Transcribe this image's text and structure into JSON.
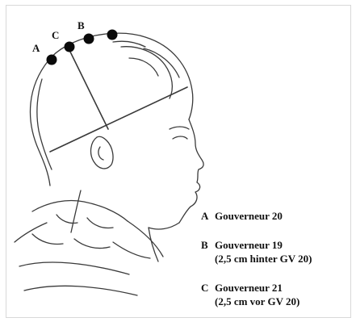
{
  "points": [
    {
      "letter": "A",
      "name": "Gouverneur 20",
      "note": ""
    },
    {
      "letter": "B",
      "name": "Gouverneur 19",
      "note": "(2,5 cm hinter GV 20)"
    },
    {
      "letter": "C",
      "name": "Gouverneur 21",
      "note": "(2,5 cm vor GV 20)"
    }
  ],
  "colors": {
    "ink": "#111111",
    "sketch": "#3a3a3a",
    "background": "#ffffff"
  },
  "icons": {
    "head": "head-profile-sketch-icon",
    "point": "acupoint-dot-icon"
  }
}
